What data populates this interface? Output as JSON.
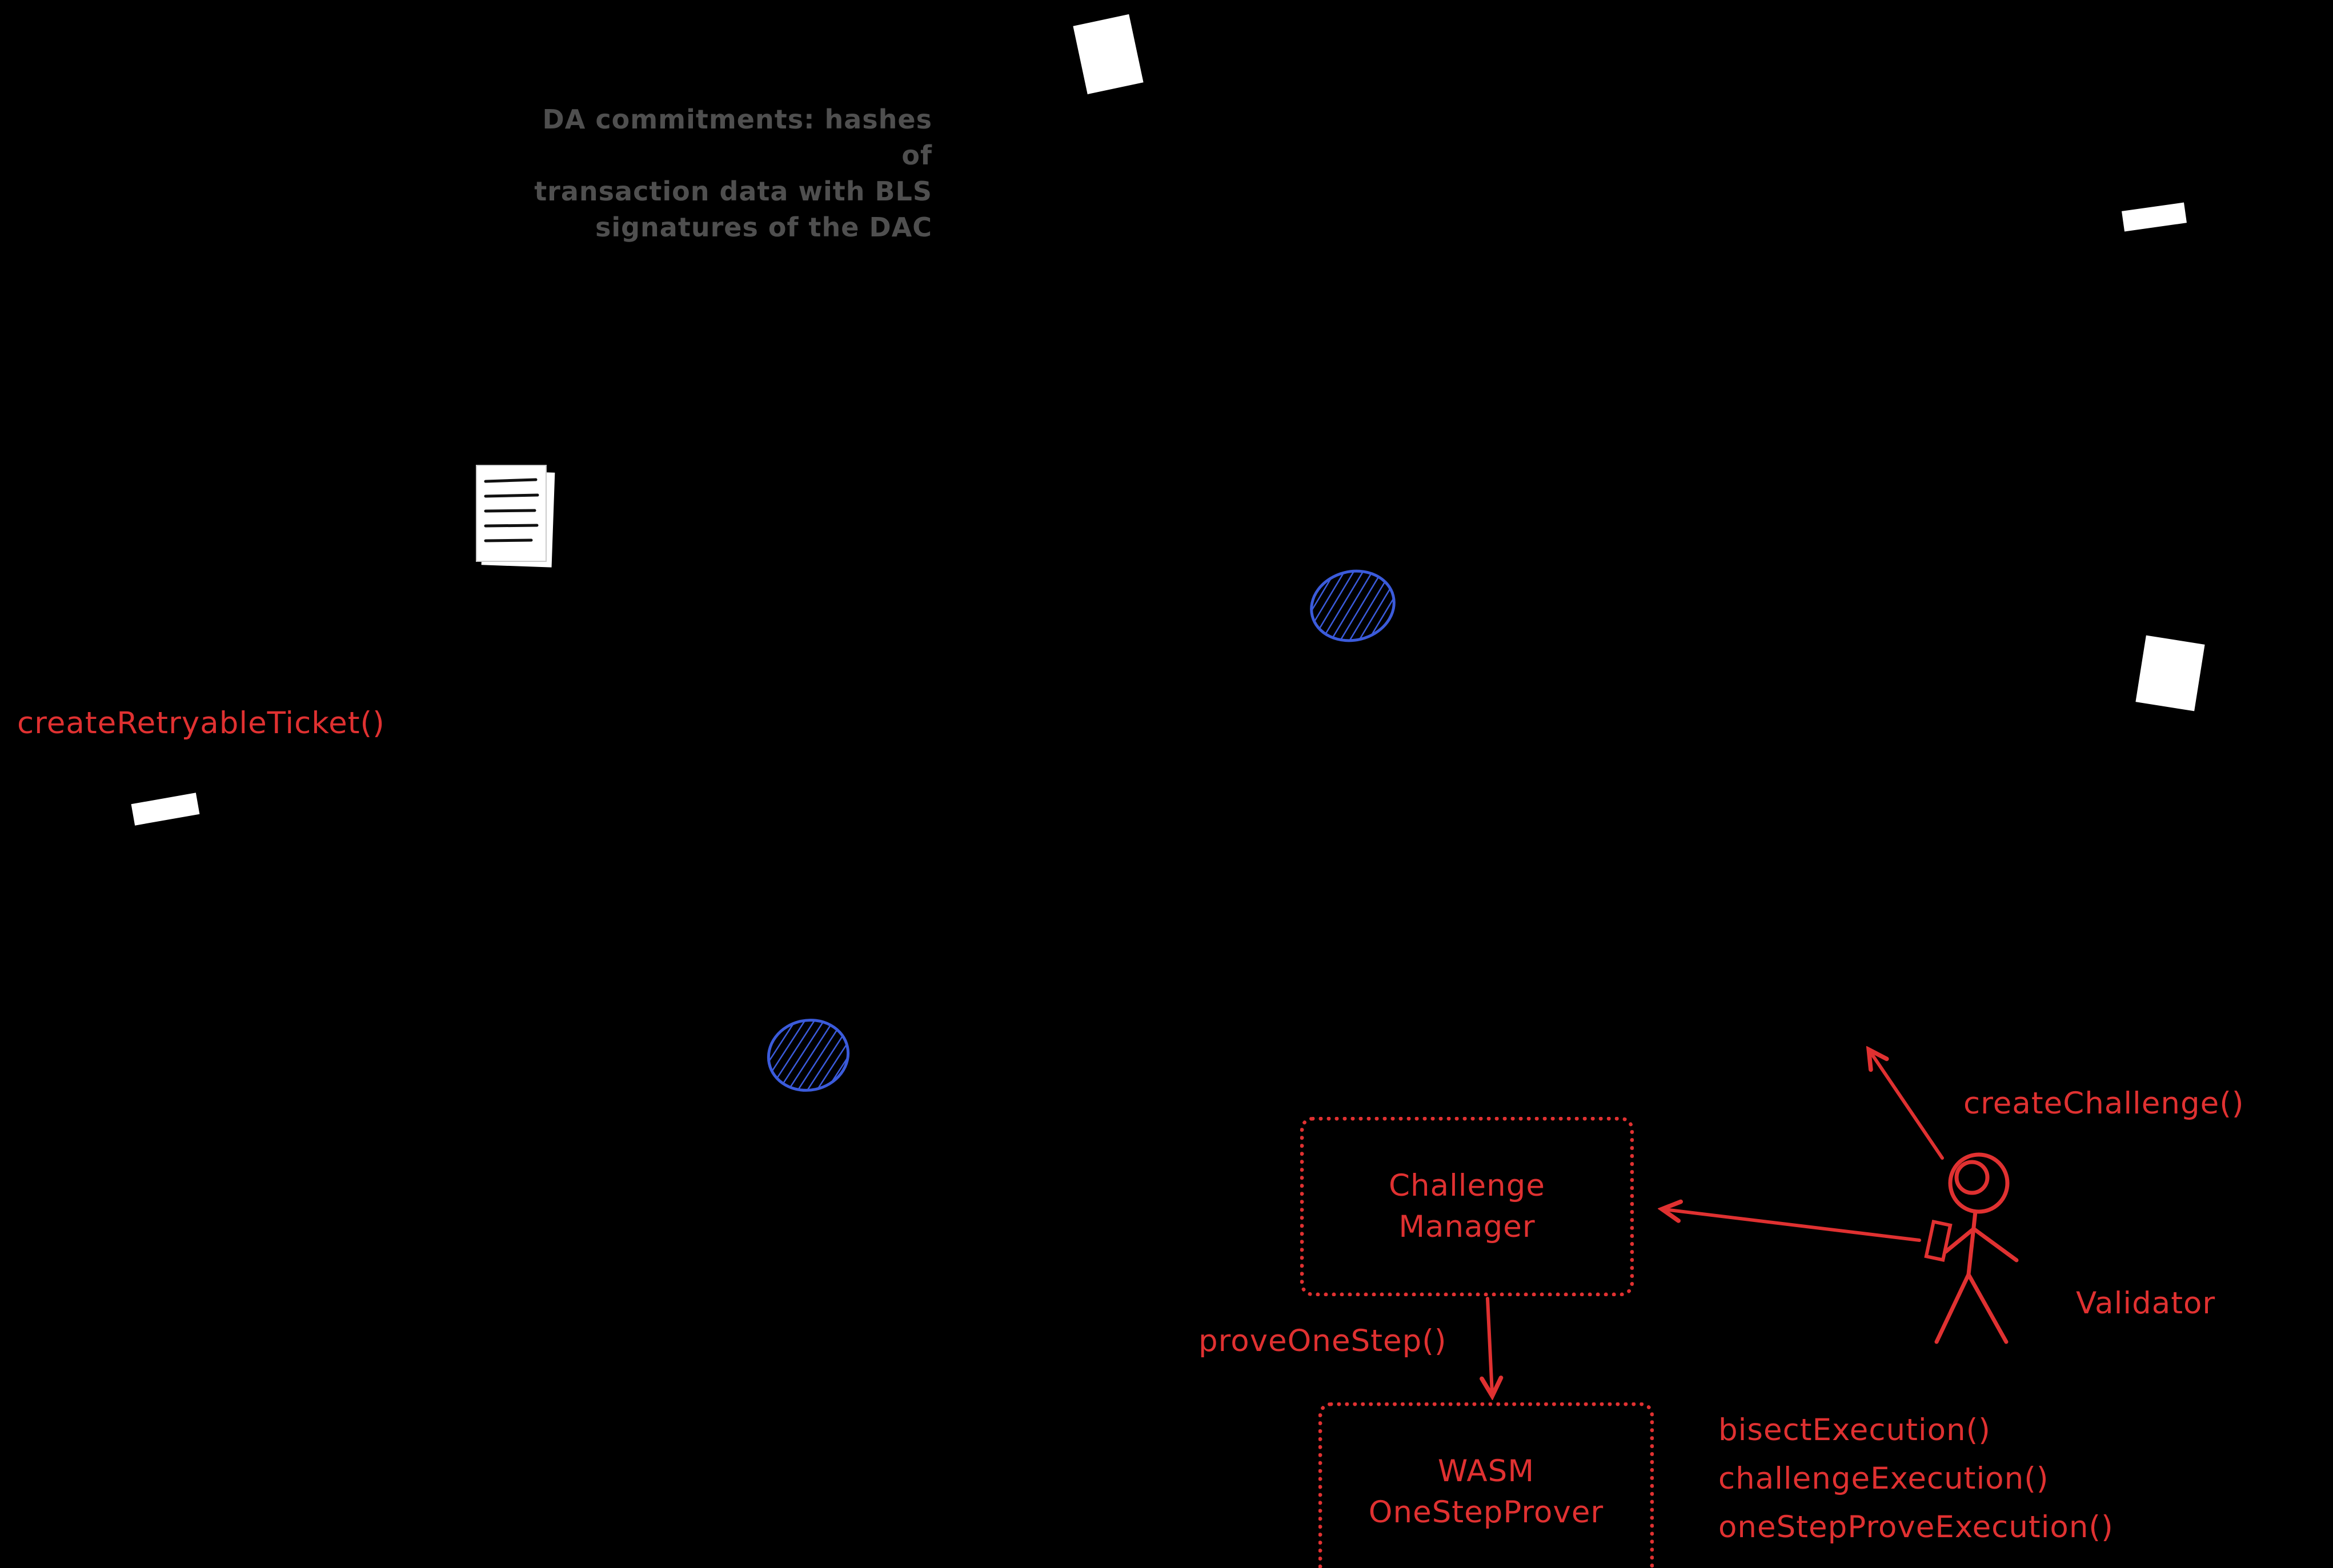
{
  "colors": {
    "background": "#000000",
    "red_accent": "#e03131",
    "blue_accent": "#3b5bdb",
    "gray_text": "#4f4f4f",
    "white_shape": "#ffffff"
  },
  "notes": {
    "da_commitments": {
      "line1": "DA commitments: hashes of",
      "line2": "transaction data with BLS",
      "line3": "signatures of the DAC"
    }
  },
  "labels": {
    "create_retryable_ticket": "createRetryableTicket()",
    "create_challenge": "createChallenge()",
    "validator": "Validator",
    "prove_one_step": "proveOneStep()"
  },
  "boxes": {
    "challenge_manager": {
      "line1": "Challenge",
      "line2": "Manager"
    },
    "wasm_prover": {
      "line1": "WASM",
      "line2": "OneStepProver"
    }
  },
  "function_list": {
    "items": [
      "bisectExecution()",
      "challengeExecution()",
      "oneStepProveExecution()"
    ]
  },
  "icons": {
    "document": "document-icon",
    "coin_top": "hatched-coin-icon",
    "coin_bottom": "hatched-coin-icon",
    "validator_figure": "stick-figure-icon",
    "white_shapes": "rotated-rect-icon"
  }
}
